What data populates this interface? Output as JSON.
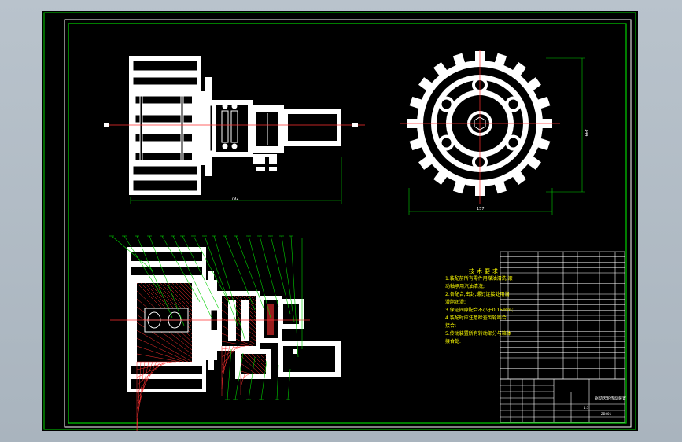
{
  "drawing": {
    "technical_requirements_title": "技术要求",
    "technical_requirements": [
      "1.装配前所有零件用煤油清洗,滚",
      "动轴承用汽油清洗;",
      "2.各配合,密封,螺钉连接处用润",
      "滑脂润滑;",
      "3.保证间隙配合不小于0.15mm;",
      "4.装配时应注意检查齿轮啮合",
      "接合;",
      "5.传动装置所有转动部分与箱体",
      "接合处."
    ],
    "dimension_labels": {
      "overall_length": "792",
      "gear_diameter": "157",
      "gear_height": "144"
    },
    "title_block": {
      "drawing_title": "驱动齿轮传动装置",
      "drawing_number": "ZB001",
      "scale": "1:5"
    },
    "parts_rows": 24
  }
}
